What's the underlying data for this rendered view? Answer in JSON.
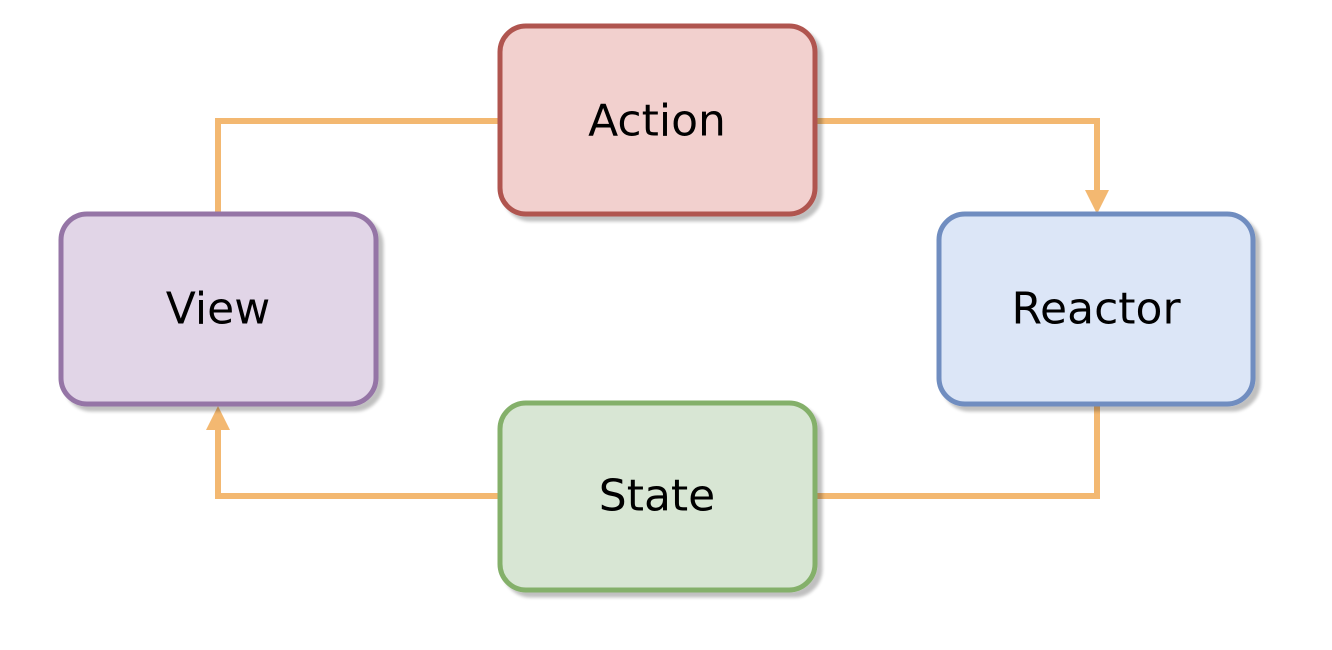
{
  "diagram": {
    "connector_color": "#F3B871",
    "nodes": {
      "action": {
        "label": "Action",
        "fill": "#F2D0CE",
        "stroke": "#B05450"
      },
      "reactor": {
        "label": "Reactor",
        "fill": "#DCE6F7",
        "stroke": "#6F8DC0"
      },
      "state": {
        "label": "State",
        "fill": "#D8E6D4",
        "stroke": "#84B06A"
      },
      "view": {
        "label": "View",
        "fill": "#E1D5E7",
        "stroke": "#9575A6"
      }
    },
    "edges": [
      {
        "from": "Action",
        "to": "Reactor"
      },
      {
        "from": "Reactor",
        "to": "State"
      },
      {
        "from": "State",
        "to": "View"
      },
      {
        "from": "View",
        "to": "Action"
      }
    ]
  }
}
